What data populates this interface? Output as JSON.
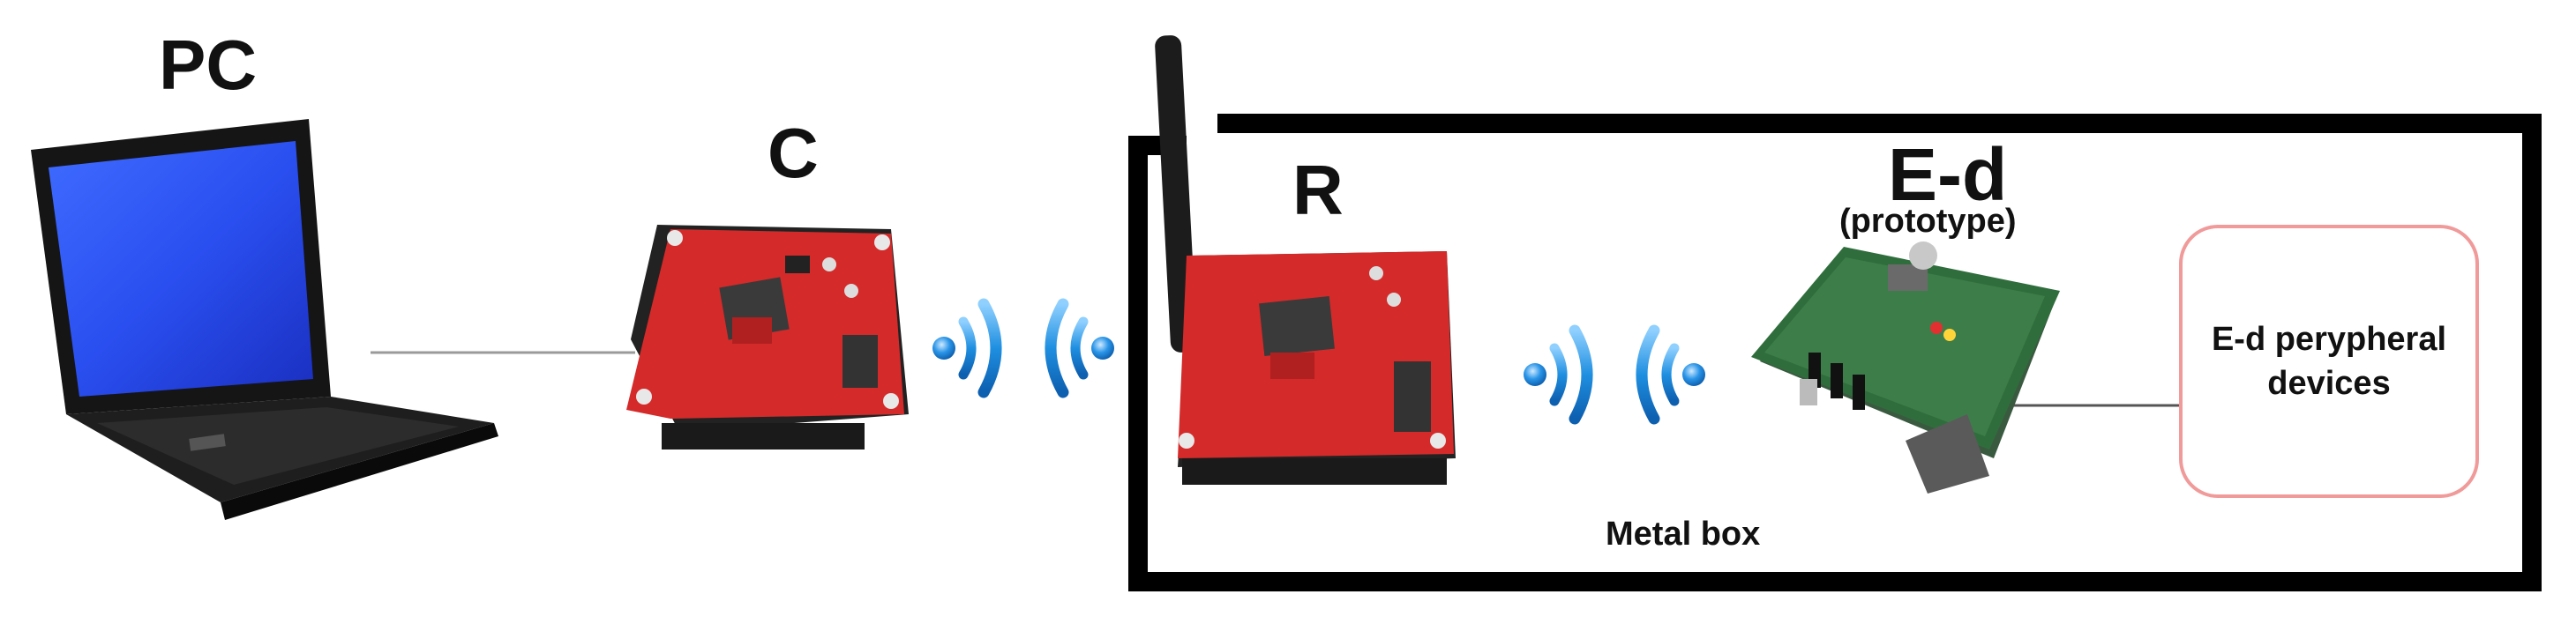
{
  "nodes": {
    "pc": "PC",
    "coordinator": "C",
    "router": "R",
    "end_device": "E-d",
    "end_device_note": "(prototype)"
  },
  "enclosure_label": "Metal box",
  "peripherals": {
    "line1": "E-d perypheral",
    "line2": "devices"
  },
  "icons": [
    "laptop-icon",
    "circuit-board-icon",
    "antenna-icon",
    "wireless-signal-icon",
    "green-prototype-board-icon"
  ],
  "colors": {
    "board_red": "#d42a2a",
    "board_green": "#2f6e3c",
    "signal_blue": "#1f8fe0",
    "peripheral_border": "#f09a9a",
    "enclosure_border": "#000000"
  }
}
